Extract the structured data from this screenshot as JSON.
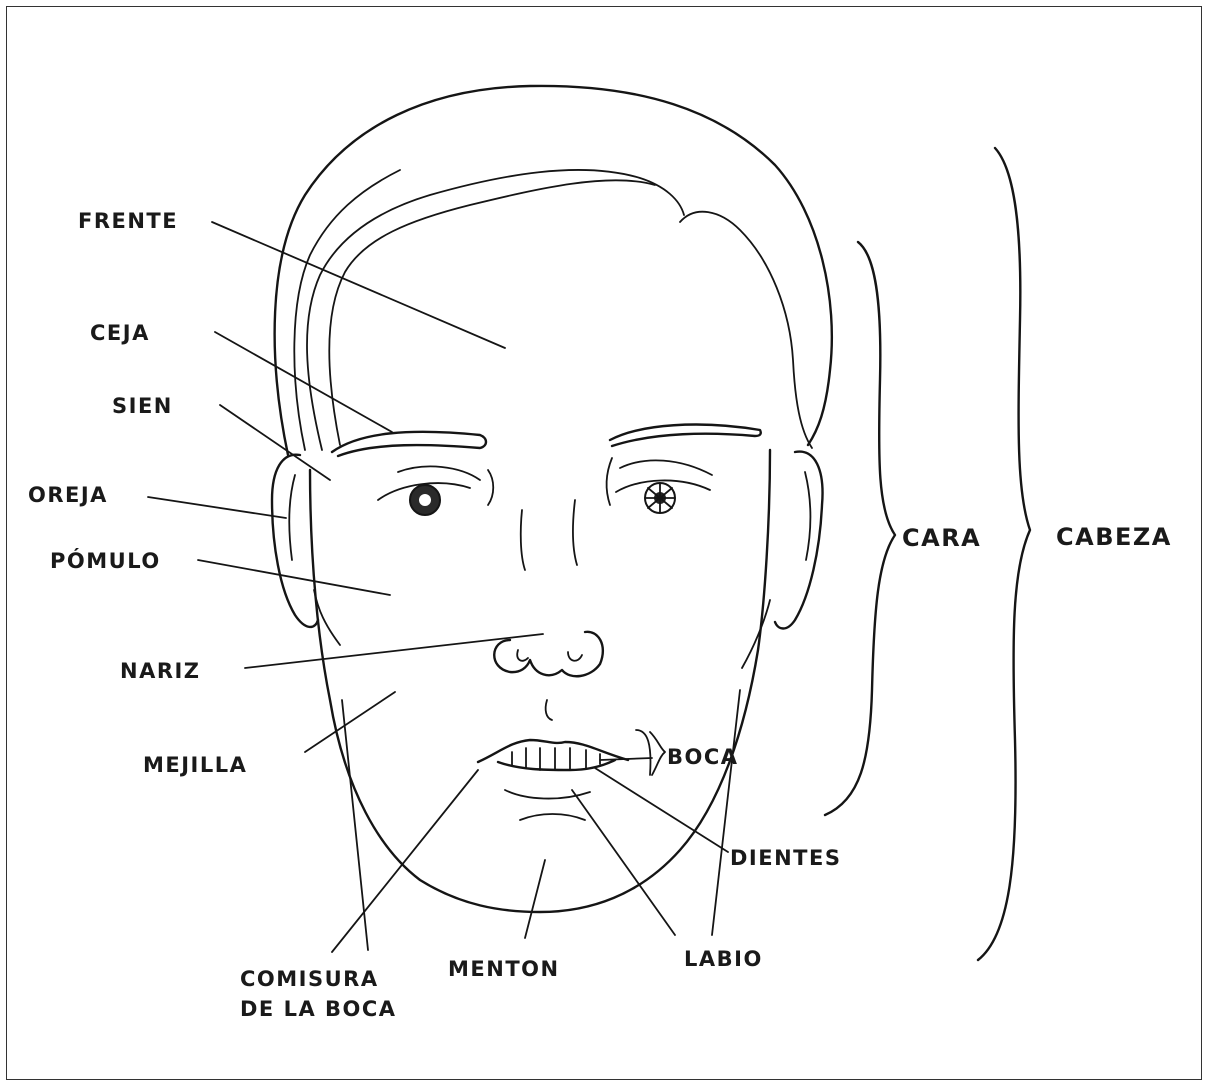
{
  "labels": {
    "frente": "FRENTE",
    "ceja": "CEJA",
    "sien": "SIEN",
    "oreja": "OREJA",
    "pomulo": "PÓMULO",
    "nariz": "NARIZ",
    "mejilla": "MEJILLA",
    "boca": "BOCA",
    "dientes": "DIENTES",
    "labio": "LABIO",
    "menton": "MENTON",
    "comisura_1": "COMISURA",
    "comisura_2": "DE LA BOCA",
    "cara": "CARA",
    "cabeza": "CABEZA"
  }
}
